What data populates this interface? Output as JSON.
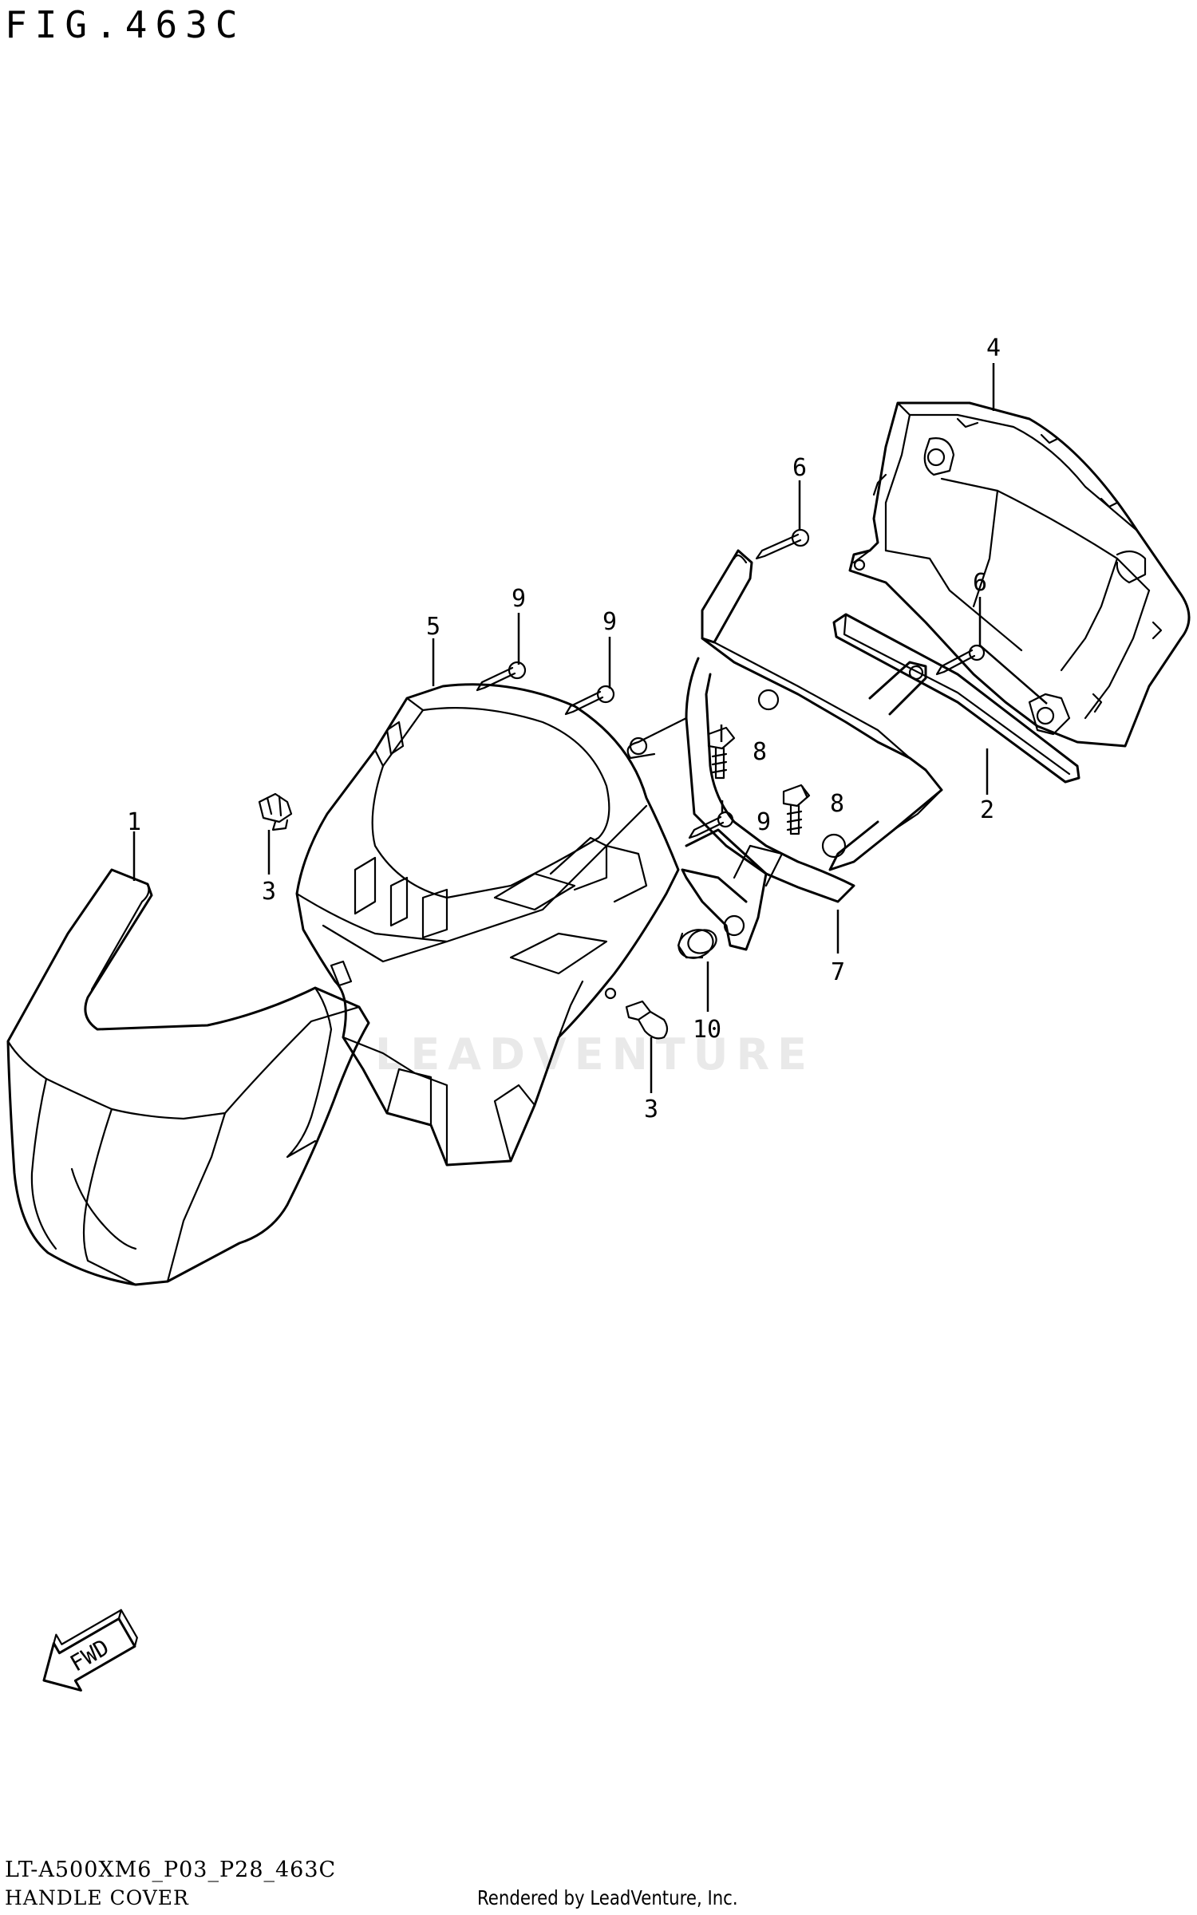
{
  "figure": {
    "title": "FIG.463C",
    "code": "LT-A500XM6_P03_P28_463C",
    "name": "HANDLE COVER",
    "credit": "Rendered by LeadVenture, Inc.",
    "watermark": "LEADVENTURE",
    "fwd_label": "FWD"
  },
  "callouts": [
    {
      "id": "c1",
      "label": "1"
    },
    {
      "id": "c2",
      "label": "2"
    },
    {
      "id": "c3a",
      "label": "3"
    },
    {
      "id": "c3b",
      "label": "3"
    },
    {
      "id": "c4",
      "label": "4"
    },
    {
      "id": "c5",
      "label": "5"
    },
    {
      "id": "c6a",
      "label": "6"
    },
    {
      "id": "c6b",
      "label": "6"
    },
    {
      "id": "c7",
      "label": "7"
    },
    {
      "id": "c8a",
      "label": "8"
    },
    {
      "id": "c8b",
      "label": "8"
    },
    {
      "id": "c9a",
      "label": "9"
    },
    {
      "id": "c9b",
      "label": "9"
    },
    {
      "id": "c9c",
      "label": "9"
    },
    {
      "id": "c10",
      "label": "10"
    }
  ]
}
